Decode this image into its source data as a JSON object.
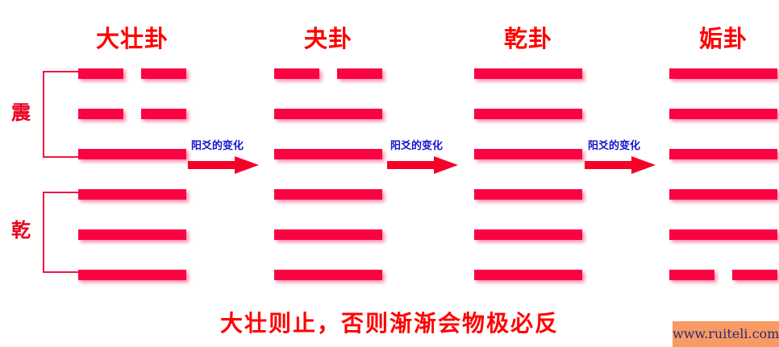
{
  "diagram": {
    "caption": "大壮则止，否则渐渐会物极必反",
    "line_color": "#fa0342",
    "title_color": "#ff0000",
    "arrow_label_color": "#1414cd",
    "bracket_color": "#f0144a",
    "hexagrams": [
      {
        "name": "大壮卦",
        "lines_top_to_bottom": [
          "yin",
          "yin",
          "yang",
          "yang",
          "yang",
          "yang"
        ]
      },
      {
        "name": "夬卦",
        "lines_top_to_bottom": [
          "yin",
          "yang",
          "yang",
          "yang",
          "yang",
          "yang"
        ]
      },
      {
        "name": "乾卦",
        "lines_top_to_bottom": [
          "yang",
          "yang",
          "yang",
          "yang",
          "yang",
          "yang"
        ]
      },
      {
        "name": "姤卦",
        "lines_top_to_bottom": [
          "yang",
          "yang",
          "yang",
          "yang",
          "yang",
          "yin"
        ]
      }
    ],
    "trigram_labels": [
      {
        "label": "震"
      },
      {
        "label": "乾"
      }
    ],
    "arrows": [
      {
        "label": "阳爻的变化"
      },
      {
        "label": "阳爻的变化"
      },
      {
        "label": "阳爻的变化"
      }
    ]
  },
  "watermark": {
    "text": "www.ruiteli.com",
    "background": "#f79a63",
    "color": "#2b2b73"
  }
}
